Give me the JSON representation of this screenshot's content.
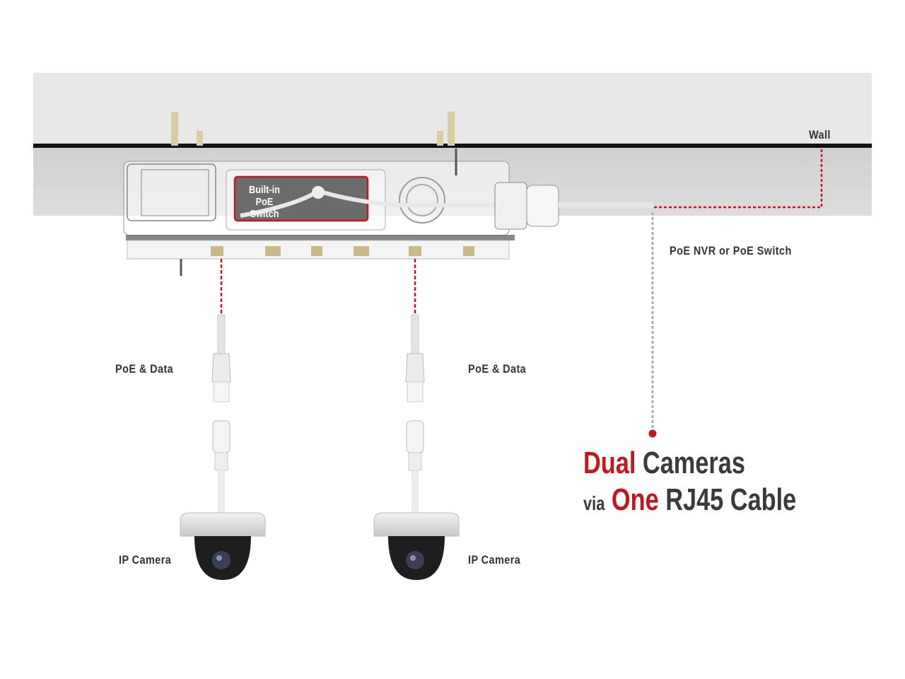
{
  "labels": {
    "wall": "Wall",
    "switch_line1": "Built-in",
    "switch_line2": "PoE Switch",
    "nvr": "PoE NVR or PoE Switch",
    "poe_data_left": "PoE & Data",
    "poe_data_right": "PoE & Data",
    "camera_left": "IP Camera",
    "camera_right": "IP Camera"
  },
  "headline": {
    "line1_accent": "Dual",
    "line1_rest": "Cameras",
    "line2_prefix": "via",
    "line2_accent": "One",
    "line2_rest": "RJ45 Cable"
  },
  "colors": {
    "accent": "#c4161c",
    "text": "#3a3a3a",
    "wall": "#e6e6e6"
  }
}
